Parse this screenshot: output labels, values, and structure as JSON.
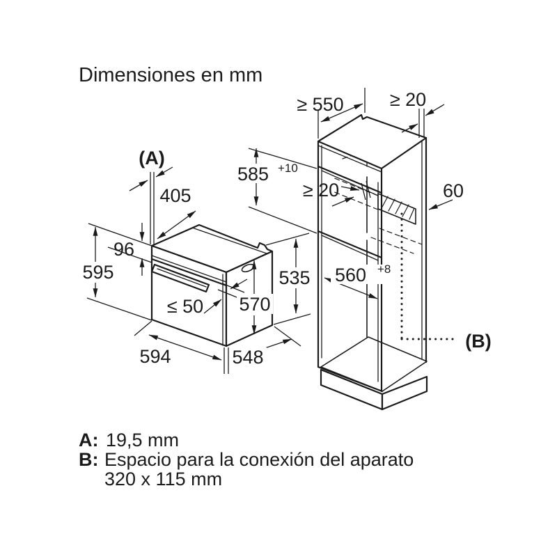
{
  "title": "Dimensiones en mm",
  "colors": {
    "line": "#1a1a1a",
    "background": "#ffffff"
  },
  "oven": {
    "marker_a": "(A)",
    "dim_top_depth": "405",
    "dim_panel_height": "96",
    "dim_total_height": "595",
    "dim_handle_clearance": "≤ 50",
    "dim_front_height": "570",
    "dim_side_height": "535",
    "dim_width": "594",
    "dim_depth": "548"
  },
  "cabinet": {
    "dim_min_depth": "≥ 550",
    "dim_rear_top_gap": "≥ 20",
    "dim_niche_height": "585",
    "dim_niche_height_tolerance": "+10",
    "dim_vent_gap": "≥ 20",
    "dim_rear_channel_width": "60",
    "dim_niche_width": "560",
    "dim_niche_width_tolerance": "+8",
    "marker_b": "(B)"
  },
  "legend": {
    "a_key": "A:",
    "a_value": "19,5 mm",
    "b_key": "B:",
    "b_value_line1": "Espacio para la conexión del aparato",
    "b_value_line2": "320 x 115 mm"
  }
}
